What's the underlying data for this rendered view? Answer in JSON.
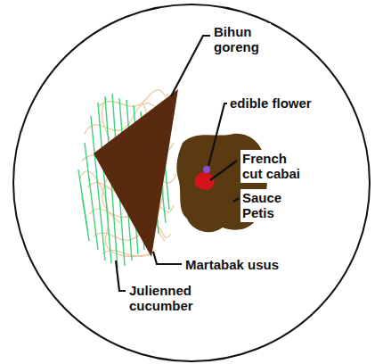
{
  "diagram": {
    "labels": [
      "Bihun goreng",
      "edible flower",
      "French cut cabai",
      "Sauce Petis",
      "Martabak usus",
      "Julienned cucumber"
    ]
  }
}
